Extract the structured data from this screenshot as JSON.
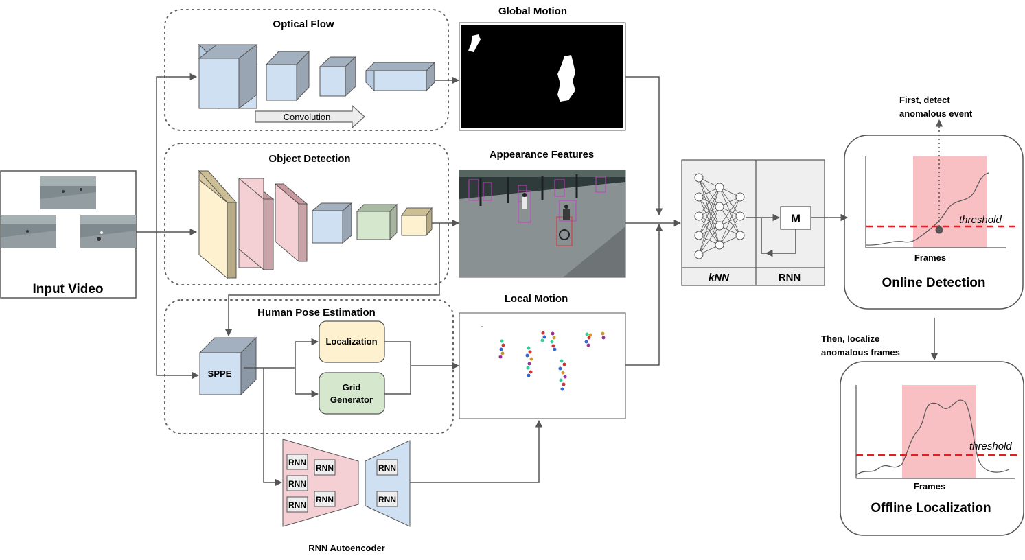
{
  "labels": {
    "input_video": "Input Video",
    "optical_flow": "Optical Flow",
    "convolution": "Convolution",
    "global_motion": "Global Motion",
    "object_detection": "Object Detection",
    "appearance_features": "Appearance Features",
    "human_pose_estimation": "Human Pose Estimation",
    "sppe": "SPPE",
    "localization": "Localization",
    "grid_generator_1": "Grid",
    "grid_generator_2": "Generator",
    "local_motion": "Local Motion",
    "rnn_unit": "RNN",
    "rnn_autoencoder": "RNN Autoencoder",
    "knn": "kNN",
    "rnn": "RNN",
    "memory": "M",
    "first_detect_1": "First, detect",
    "first_detect_2": "anomalous event",
    "threshold": "threshold",
    "frames": "Frames",
    "online_detection": "Online Detection",
    "then_localize_1": "Then, localize",
    "then_localize_2": "anomalous frames",
    "offline_localization": "Offline Localization"
  },
  "colors": {
    "cube_blue": "#cfe0f2",
    "cube_pink": "#f4cfd4",
    "cube_yellow": "#fdf1cf",
    "cube_green": "#d5e8cd",
    "anomaly_region": "#f9c0c4",
    "threshold_line": "#e02020",
    "panel_gray": "#efefef"
  }
}
